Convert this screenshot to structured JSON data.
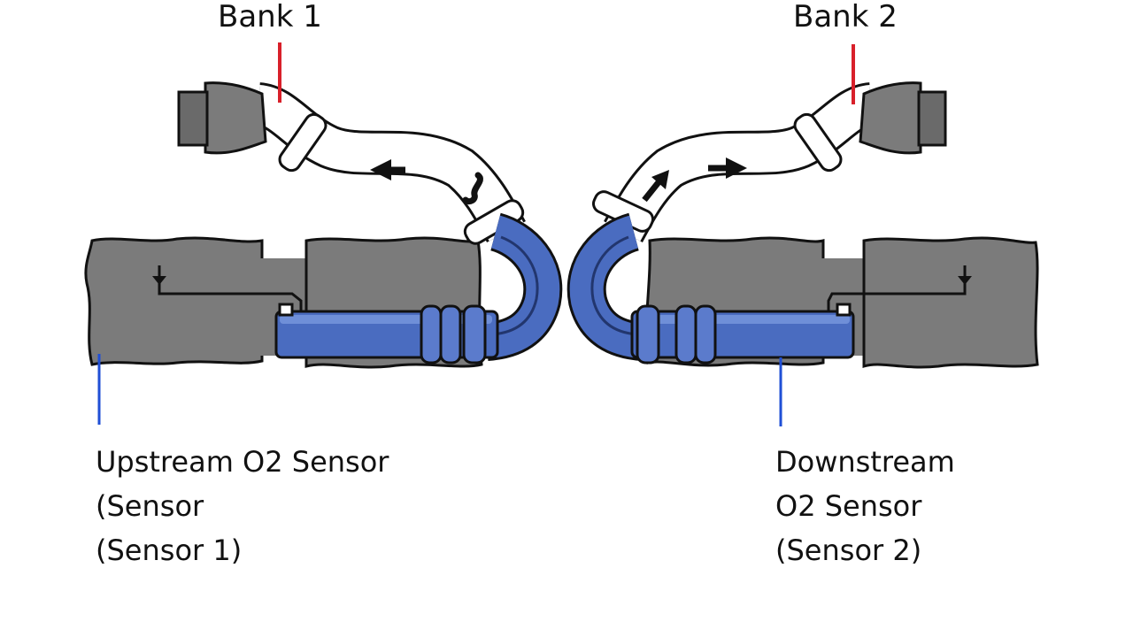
{
  "diagram": {
    "bank1": {
      "title": "Bank 1"
    },
    "bank2": {
      "title": "Bank 2"
    },
    "upstream_sensor": {
      "lines": [
        "Upstream O2 Sensor",
        "(Sensor",
        "(Sensor 1)"
      ]
    },
    "downstream_sensor": {
      "lines": [
        "Downstream",
        "O2 Sensor",
        "(Sensor 2)"
      ]
    },
    "colors": {
      "pipe_blue": "#4a6cc0",
      "pipe_blue_light": "#6f8fd8",
      "block_gray": "#7b7b7b",
      "bank_marker": "#d8202a",
      "sensor_marker": "#1f4fd6",
      "outline": "#111111"
    },
    "icons": [
      "exhaust-manifold-icon",
      "flow-arrow-icon",
      "catalytic-converter-icon"
    ]
  }
}
